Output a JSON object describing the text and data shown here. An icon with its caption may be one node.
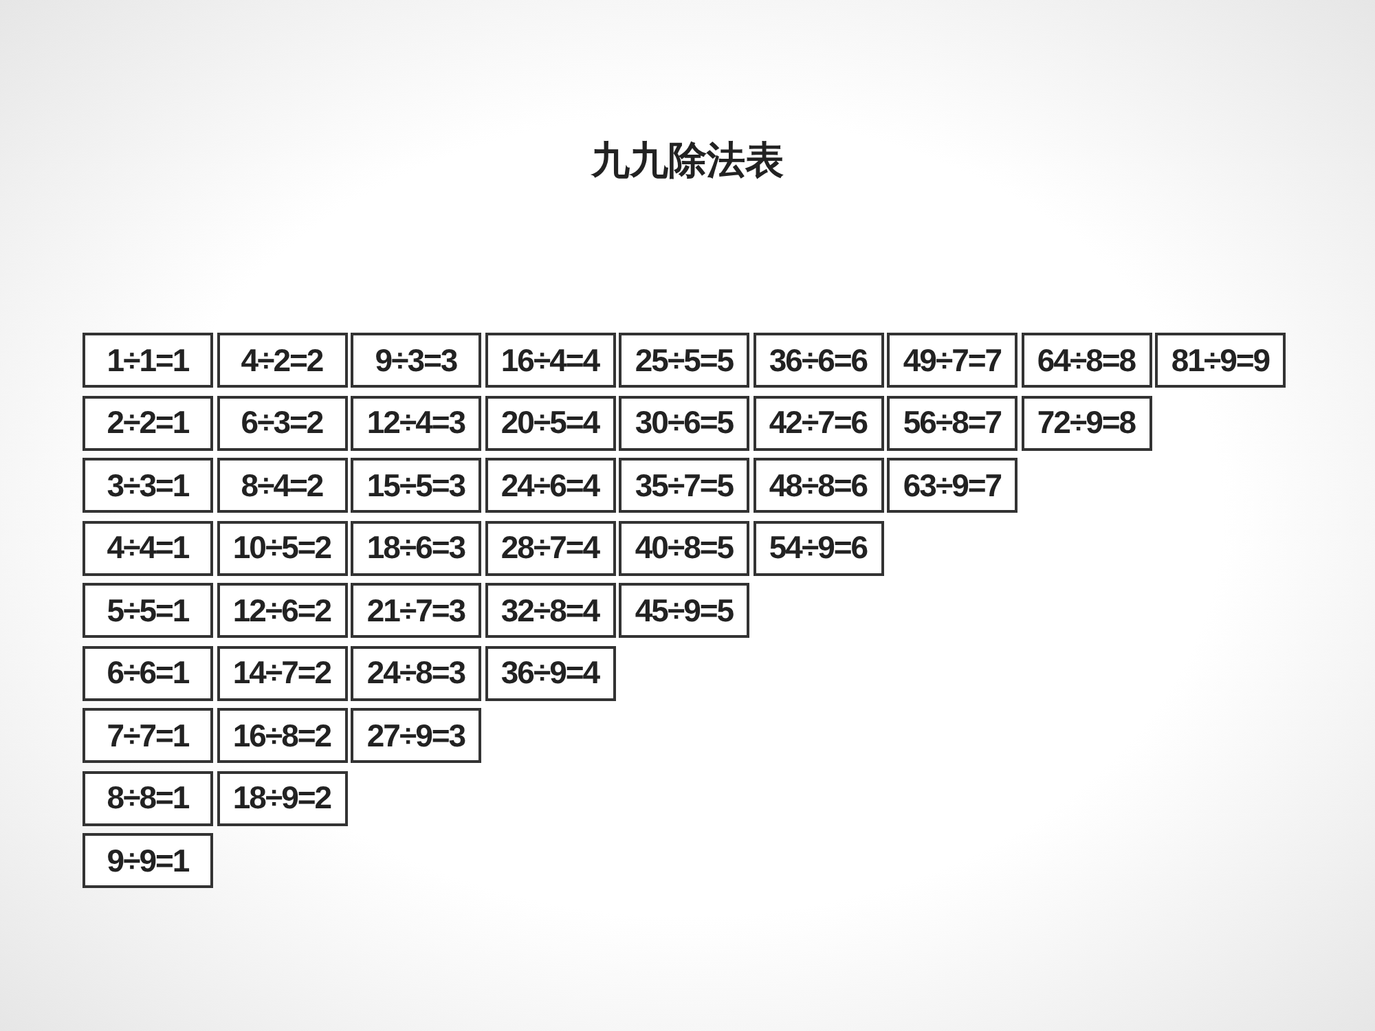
{
  "diagram": {
    "title": "九九除法表",
    "nodes": [
      {
        "text": [
          "1÷1=1"
        ]
      },
      {
        "text": [
          "4÷2=2"
        ]
      },
      {
        "text": [
          "9÷3=3"
        ]
      },
      {
        "text": [
          "16÷4=4"
        ]
      },
      {
        "text": [
          "25÷5=5"
        ]
      },
      {
        "text": [
          "36÷6=6"
        ]
      },
      {
        "text": [
          "49÷7=7"
        ]
      },
      {
        "text": [
          "64÷8=8"
        ]
      },
      {
        "text": [
          "81÷9=9"
        ]
      },
      {
        "text": [
          "2÷2=1"
        ]
      },
      {
        "text": [
          "6÷3=2"
        ]
      },
      {
        "text": [
          "12÷4=3"
        ]
      },
      {
        "text": [
          "20÷5=4"
        ]
      },
      {
        "text": [
          "30÷6=5"
        ]
      },
      {
        "text": [
          "42÷7=6"
        ]
      },
      {
        "text": [
          "56÷8=7"
        ]
      },
      {
        "text": [
          "72÷9=8"
        ]
      },
      {
        "text": [
          "3÷3=1"
        ]
      },
      {
        "text": [
          "8÷4=2"
        ]
      },
      {
        "text": [
          "15÷5=3"
        ]
      },
      {
        "text": [
          "24÷6=4"
        ]
      },
      {
        "text": [
          "35÷7=5"
        ]
      },
      {
        "text": [
          "48÷8=6"
        ]
      },
      {
        "text": [
          "63÷9=7"
        ]
      },
      {
        "text": [
          "4÷4=1"
        ]
      },
      {
        "text": [
          "10÷5=2"
        ]
      },
      {
        "text": [
          "18÷6=3"
        ]
      },
      {
        "text": [
          "28÷7=4"
        ]
      },
      {
        "text": [
          "40÷8=5"
        ]
      },
      {
        "text": [
          "54÷9=6"
        ]
      },
      {
        "text": [
          "5÷5=1"
        ]
      },
      {
        "text": [
          "12÷6=2"
        ]
      },
      {
        "text": [
          "21÷7=3"
        ]
      },
      {
        "text": [
          "32÷8=4"
        ]
      },
      {
        "text": [
          "45÷9=5"
        ]
      },
      {
        "text": [
          "6÷6=1"
        ]
      },
      {
        "text": [
          "14÷7=2"
        ]
      },
      {
        "text": [
          "24÷8=3"
        ]
      },
      {
        "text": [
          "36÷9=4"
        ]
      },
      {
        "text": [
          "7÷7=1"
        ]
      },
      {
        "text": [
          "16÷8=2"
        ]
      },
      {
        "text": [
          "27÷9=3"
        ]
      },
      {
        "text": [
          "8÷8=1"
        ]
      },
      {
        "text": [
          "18÷9=2"
        ]
      },
      {
        "text": [
          "9÷9=1"
        ]
      }
    ]
  }
}
